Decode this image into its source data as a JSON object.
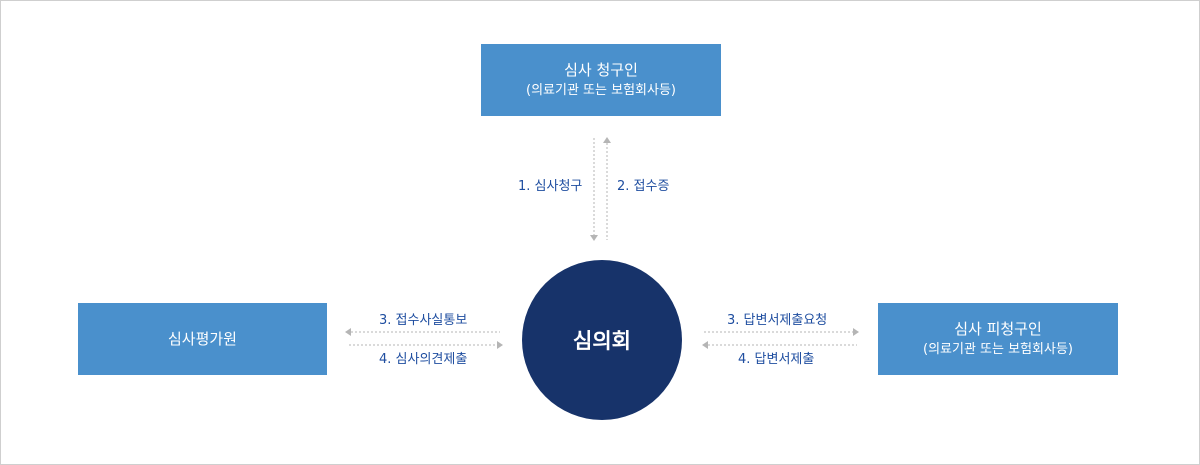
{
  "nodes": {
    "top": {
      "line1": "심사 청구인",
      "line2": "(의료기관 또는 보험회사등)"
    },
    "left": {
      "line1": "심사평가원"
    },
    "right": {
      "line1": "심사 피청구인",
      "line2": "(의료기관 또는 보험회사등)"
    },
    "center": {
      "line1": "심의회"
    }
  },
  "edges": {
    "e1": "1. 심사청구",
    "e2": "2. 접수증",
    "e3_left": "3. 접수사실통보",
    "e4_left": "4. 심사의견제출",
    "e3_right": "3. 답변서제출요청",
    "e4_right": "4. 답변서제출"
  },
  "colors": {
    "box": "#4a90cc",
    "circle": "#17336a",
    "label": "#1f4ea0",
    "arrow": "#b5b5b5"
  }
}
